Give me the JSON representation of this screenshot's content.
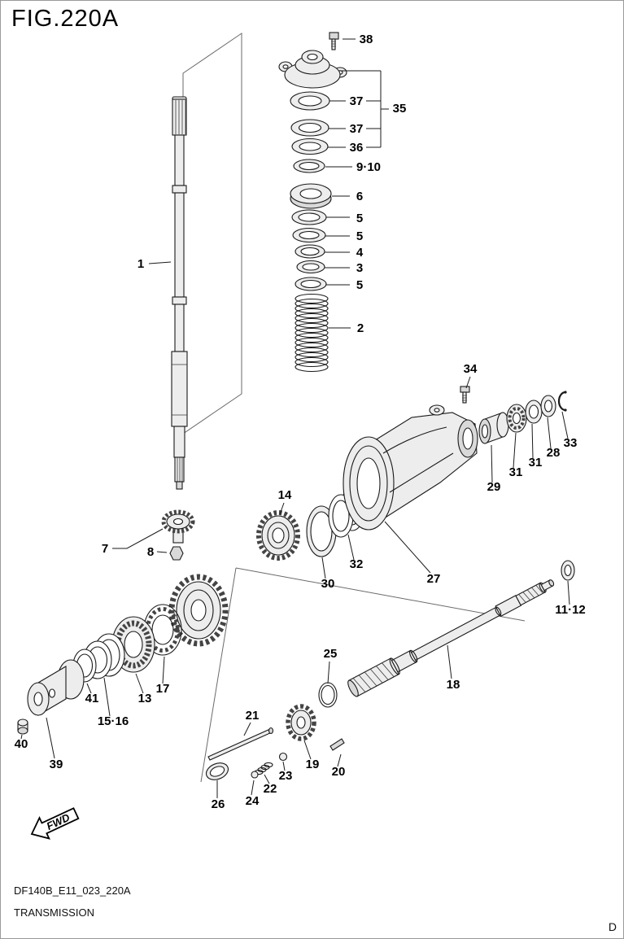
{
  "figure": {
    "title": "FIG.220A",
    "doc_code": "DF140B_E11_023_220A",
    "doc_title": "TRANSMISSION",
    "page_letter": "D",
    "fwd_label": "FWD"
  },
  "callouts": [
    {
      "label": "38"
    },
    {
      "label": "35"
    },
    {
      "label": "37"
    },
    {
      "label": "37"
    },
    {
      "label": "36"
    },
    {
      "label": "9·10"
    },
    {
      "label": "6"
    },
    {
      "label": "5"
    },
    {
      "label": "5"
    },
    {
      "label": "4"
    },
    {
      "label": "3"
    },
    {
      "label": "5"
    },
    {
      "label": "2"
    },
    {
      "label": "1"
    },
    {
      "label": "34"
    },
    {
      "label": "33"
    },
    {
      "label": "28"
    },
    {
      "label": "31"
    },
    {
      "label": "31"
    },
    {
      "label": "29"
    },
    {
      "label": "14"
    },
    {
      "label": "7"
    },
    {
      "label": "8"
    },
    {
      "label": "32"
    },
    {
      "label": "30"
    },
    {
      "label": "27"
    },
    {
      "label": "11·12"
    },
    {
      "label": "18"
    },
    {
      "label": "25"
    },
    {
      "label": "21"
    },
    {
      "label": "19"
    },
    {
      "label": "20"
    },
    {
      "label": "23"
    },
    {
      "label": "22"
    },
    {
      "label": "24"
    },
    {
      "label": "26"
    },
    {
      "label": "17"
    },
    {
      "label": "13"
    },
    {
      "label": "15·16"
    },
    {
      "label": "41"
    },
    {
      "label": "39"
    },
    {
      "label": "40"
    }
  ]
}
